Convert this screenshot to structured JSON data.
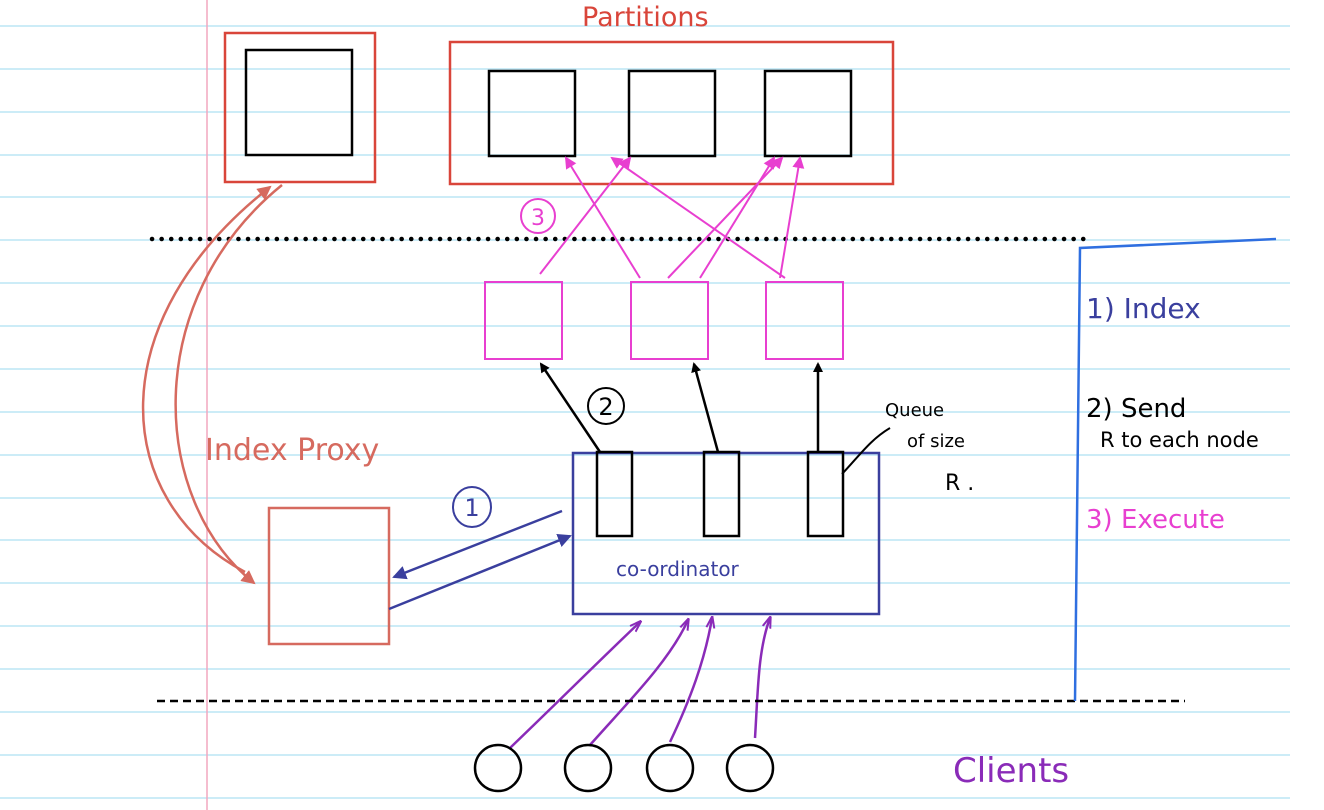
{
  "labels": {
    "partitions": "Partitions",
    "index_proxy": "Index Proxy",
    "coordinator": "co-ordinator",
    "queue_line1": "Queue",
    "queue_line2": "of size",
    "queue_line3": "R .",
    "clients": "Clients",
    "step_marker_1": "1",
    "step_marker_2": "2",
    "step_marker_3": "3"
  },
  "legend": {
    "step1": "1) Index",
    "step2_line1": "2) Send",
    "step2_line2": "R to each node",
    "step3": "3) Execute"
  },
  "colors": {
    "partitions": "#d9453a",
    "index_proxy": "#d66a5f",
    "coordinator": "#3a3f9e",
    "nodes": "#e83fd0",
    "clients_arrows": "#8a2bb8",
    "legend_border": "#2f6fe0",
    "rule_line": "#aee0f2",
    "margin_line": "#f2a7bf",
    "ink": "#000000"
  }
}
